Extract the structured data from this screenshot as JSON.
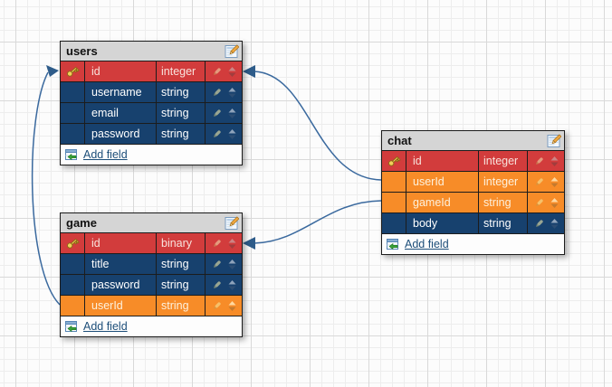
{
  "colors": {
    "pk_row": "#d23c3c",
    "normal_row": "#17416e",
    "fk_row": "#f78c28",
    "table_header_bg": "#d5d5d5",
    "relation_line": "#3a699e",
    "add_field_link": "#1d4e79",
    "key_icon_gold": "#f2d05a"
  },
  "tables": [
    {
      "name": "users",
      "add_field_label": "Add field",
      "rows": [
        {
          "name": "id",
          "type": "integer",
          "kind": "pk"
        },
        {
          "name": "username",
          "type": "string",
          "kind": "normal"
        },
        {
          "name": "email",
          "type": "string",
          "kind": "normal"
        },
        {
          "name": "password",
          "type": "string",
          "kind": "normal"
        }
      ]
    },
    {
      "name": "game",
      "add_field_label": "Add field",
      "rows": [
        {
          "name": "id",
          "type": "binary",
          "kind": "pk"
        },
        {
          "name": "title",
          "type": "string",
          "kind": "normal"
        },
        {
          "name": "password",
          "type": "string",
          "kind": "normal"
        },
        {
          "name": "userId",
          "type": "string",
          "kind": "fk"
        }
      ]
    },
    {
      "name": "chat",
      "add_field_label": "Add field",
      "rows": [
        {
          "name": "id",
          "type": "integer",
          "kind": "pk"
        },
        {
          "name": "userId",
          "type": "integer",
          "kind": "fk"
        },
        {
          "name": "gameId",
          "type": "string",
          "kind": "fk"
        },
        {
          "name": "body",
          "type": "string",
          "kind": "normal"
        }
      ]
    }
  ],
  "relations": [
    {
      "from": "game.userId",
      "to": "users.id"
    },
    {
      "from": "chat.userId",
      "to": "users.id"
    },
    {
      "from": "chat.gameId",
      "to": "game.id"
    }
  ]
}
